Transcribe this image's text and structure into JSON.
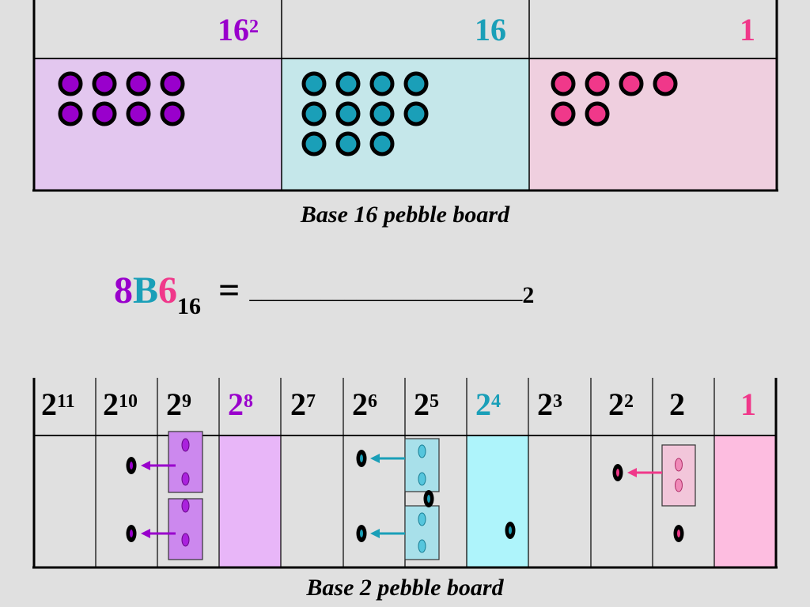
{
  "base16_board": {
    "caption": "Base 16 pebble board",
    "columns": [
      {
        "base": "16",
        "exp": "2",
        "color": "#9900cc",
        "fill": "#e3c7ef",
        "pebbles": 8
      },
      {
        "base": "16",
        "exp": "",
        "color": "#1a9fb8",
        "fill": "#c5e7ea",
        "pebbles": 11
      },
      {
        "base": "1",
        "exp": "",
        "color": "#f0388a",
        "fill": "#efcfdf",
        "pebbles": 6
      }
    ]
  },
  "equation": {
    "digit1": "8",
    "digit1_color": "#9900cc",
    "digit2": "B",
    "digit2_color": "#1a9fb8",
    "digit3": "6",
    "digit3_color": "#f0388a",
    "subscript": "16",
    "equals": "=",
    "blank": "_______________________",
    "result_base": "2"
  },
  "base2_board": {
    "caption": "Base 2 pebble board",
    "columns": [
      {
        "base": "2",
        "exp": "11",
        "color": "#000000"
      },
      {
        "base": "2",
        "exp": "10",
        "color": "#000000"
      },
      {
        "base": "2",
        "exp": "9",
        "color": "#000000"
      },
      {
        "base": "2",
        "exp": "8",
        "color": "#9900cc"
      },
      {
        "base": "2",
        "exp": "7",
        "color": "#000000"
      },
      {
        "base": "2",
        "exp": "6",
        "color": "#000000"
      },
      {
        "base": "2",
        "exp": "5",
        "color": "#000000"
      },
      {
        "base": "2",
        "exp": "4",
        "color": "#1a9fb8"
      },
      {
        "base": "2",
        "exp": "3",
        "color": "#000000"
      },
      {
        "base": "2",
        "exp": "2",
        "color": "#000000"
      },
      {
        "base": "2",
        "exp": "",
        "color": "#000000"
      },
      {
        "base": "1",
        "exp": "",
        "color": "#f0388a"
      }
    ],
    "highlight_fills": {
      "purple": "#e8b6f8",
      "cyan": "#aef4fb",
      "pink": "#fdbde0"
    }
  }
}
